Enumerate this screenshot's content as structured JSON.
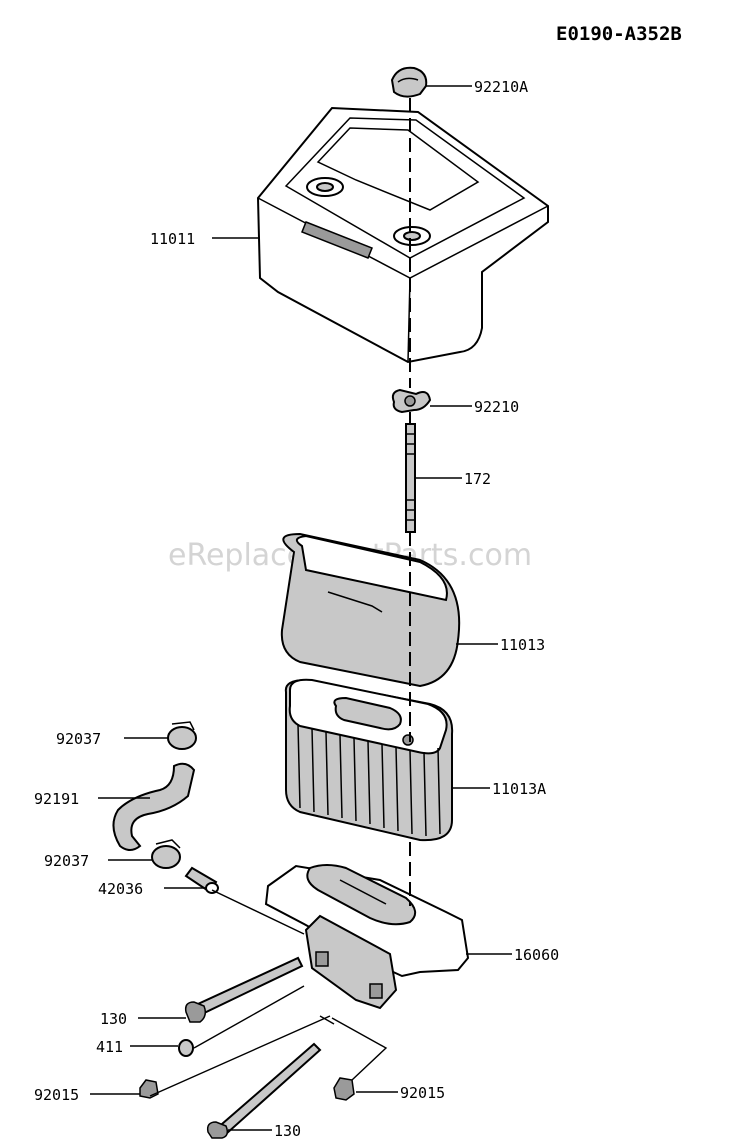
{
  "diagram_code": "E0190-A352B",
  "watermark": "eReplacementParts.com",
  "callouts": {
    "p92210A": "92210A",
    "p11011": "11011",
    "p92210": "92210",
    "p172": "172",
    "p11013": "11013",
    "p11013A": "11013A",
    "p92037_top": "92037",
    "p92191": "92191",
    "p92037_bottom": "92037",
    "p42036": "42036",
    "p16060": "16060",
    "p130_left": "130",
    "p411": "411",
    "p92015_left": "92015",
    "p92015_right": "92015",
    "p130_bottom": "130"
  }
}
